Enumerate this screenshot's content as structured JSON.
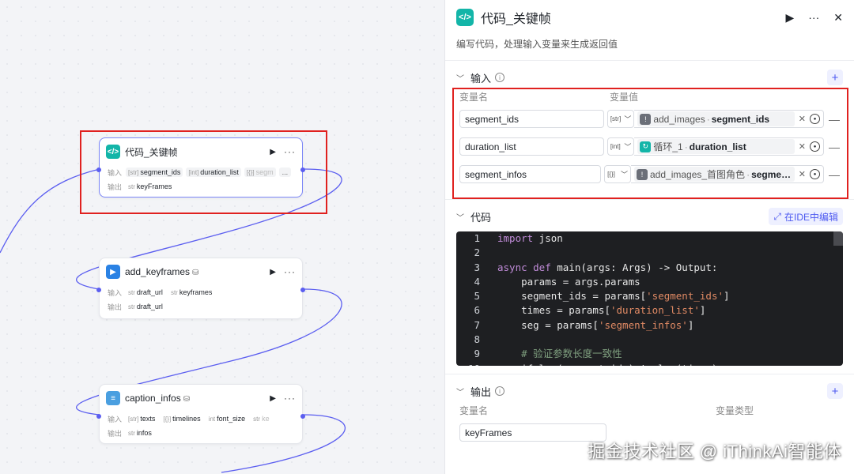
{
  "canvas": {
    "nodes": [
      {
        "id": "code-keyframes",
        "title": "代码_关键帧",
        "icon": "code-icon",
        "icon_color": "#13b5a8",
        "input_label": "输入",
        "inputs": [
          {
            "type": "[str]",
            "name": "segment_ids"
          },
          {
            "type": "[int]",
            "name": "duration_list"
          },
          {
            "type": "[{}]",
            "name": "segm"
          }
        ],
        "more_label": "...",
        "output_label": "输出",
        "outputs": [
          {
            "type": "str",
            "name": "keyFrames"
          }
        ]
      },
      {
        "id": "add-keyframes",
        "title": "add_keyframes",
        "icon": "plugin-icon",
        "icon_color": "#2a82e4",
        "input_label": "输入",
        "inputs": [
          {
            "type": "str",
            "name": "draft_url"
          },
          {
            "type": "str",
            "name": "keyframes"
          }
        ],
        "output_label": "输出",
        "outputs": [
          {
            "type": "str",
            "name": "draft_url"
          }
        ]
      },
      {
        "id": "caption-infos",
        "title": "caption_infos",
        "icon": "plugin-icon",
        "icon_color": "#4a9fe0",
        "input_label": "输入",
        "inputs": [
          {
            "type": "[str]",
            "name": "texts"
          },
          {
            "type": "[{}]",
            "name": "timelines"
          },
          {
            "type": "int",
            "name": "font_size"
          },
          {
            "type": "str",
            "name": "ke"
          }
        ],
        "output_label": "输出",
        "outputs": [
          {
            "type": "str",
            "name": "infos"
          }
        ]
      }
    ],
    "edge_color": "#5b5ef0",
    "highlight_color": "#e0211f"
  },
  "panel": {
    "title": "代码_关键帧",
    "run_icon": "play-icon",
    "more": "···",
    "close": "✕",
    "description": "编写代码，处理输入变量来生成返回值",
    "input_section": {
      "title": "输入",
      "col_name": "变量名",
      "col_value": "变量值",
      "rows": [
        {
          "name": "segment_ids",
          "type": "[str]",
          "ref_node": "add_images",
          "ref_var": "segment_ids",
          "ref_icon": "warning-icon",
          "ref_icon_color": "#6b6f78"
        },
        {
          "name": "duration_list",
          "type": "[int]",
          "ref_node": "循环_1",
          "ref_var": "duration_list",
          "ref_icon": "loop-icon",
          "ref_icon_color": "#13b5a8"
        },
        {
          "name": "segment_infos",
          "type": "[{}]",
          "ref_node": "add_images_首图角色",
          "ref_var": "segmen···",
          "ref_icon": "warning-icon",
          "ref_icon_color": "#6b6f78"
        }
      ]
    },
    "code_section": {
      "title": "代码",
      "ide_button": "在IDE中编辑",
      "lines": [
        {
          "n": "1",
          "tokens": [
            {
              "k": "kw",
              "t": "import"
            },
            {
              "k": "",
              "t": " json"
            }
          ]
        },
        {
          "n": "2",
          "tokens": []
        },
        {
          "n": "3",
          "tokens": [
            {
              "k": "kw",
              "t": "async def"
            },
            {
              "k": "",
              "t": " main(args: Args) -> Output:"
            }
          ]
        },
        {
          "n": "4",
          "tokens": [
            {
              "k": "",
              "t": "    params = args.params"
            }
          ]
        },
        {
          "n": "5",
          "tokens": [
            {
              "k": "",
              "t": "    segment_ids = params["
            },
            {
              "k": "str",
              "t": "'segment_ids'"
            },
            {
              "k": "",
              "t": "]"
            }
          ]
        },
        {
          "n": "6",
          "tokens": [
            {
              "k": "",
              "t": "    times = params["
            },
            {
              "k": "str",
              "t": "'duration_list'"
            },
            {
              "k": "",
              "t": "]"
            }
          ]
        },
        {
          "n": "7",
          "tokens": [
            {
              "k": "",
              "t": "    seg = params["
            },
            {
              "k": "str",
              "t": "'segment_infos'"
            },
            {
              "k": "",
              "t": "]"
            }
          ]
        },
        {
          "n": "8",
          "tokens": []
        },
        {
          "n": "9",
          "tokens": [
            {
              "k": "cm",
              "t": "    # 验证参数长度一致性"
            }
          ]
        },
        {
          "n": "10",
          "tokens": [
            {
              "k": "",
              "t": "    if len(segment_ids) != len(times)"
            }
          ]
        }
      ]
    },
    "output_section": {
      "title": "输出",
      "col_name": "变量名",
      "col_type": "变量类型",
      "rows": [
        {
          "name": "keyFrames"
        }
      ]
    }
  },
  "watermark": "掘金技术社区 @ iThinkAi智能体"
}
